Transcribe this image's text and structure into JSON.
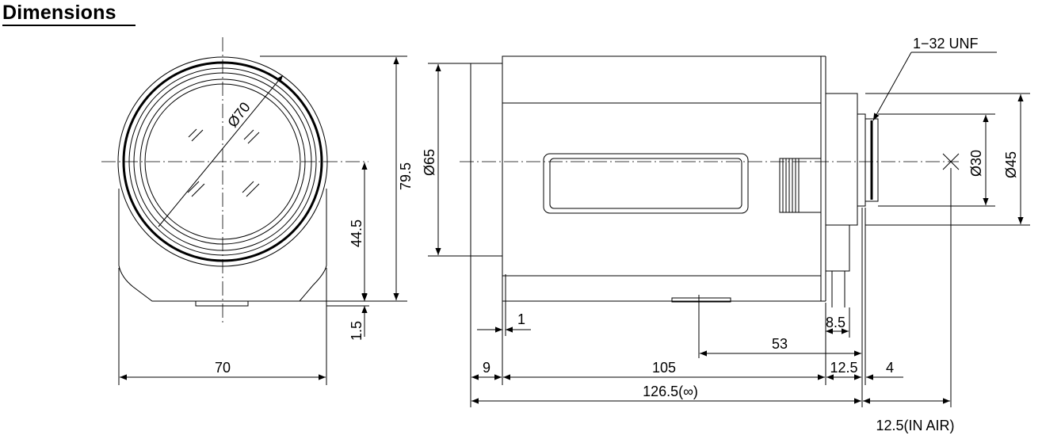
{
  "title": "Dimensions",
  "front_view": {
    "diameter": "Ø70",
    "height_total": "79.5",
    "height_axis": "44.5",
    "base_offset": "1.5",
    "width": "70"
  },
  "side_view": {
    "diameter_body": "Ø65",
    "thread_label": "1−32 UNF",
    "diameter_mount": "Ø45",
    "diameter_flange": "Ø30",
    "dim_1": "1",
    "dim_8_5": "8.5",
    "dim_53": "53",
    "dim_9": "9",
    "dim_105": "105",
    "dim_12_5": "12.5",
    "dim_4": "4",
    "dim_total": "126.5(∞)",
    "dim_in_air": "12.5(IN AIR)"
  }
}
